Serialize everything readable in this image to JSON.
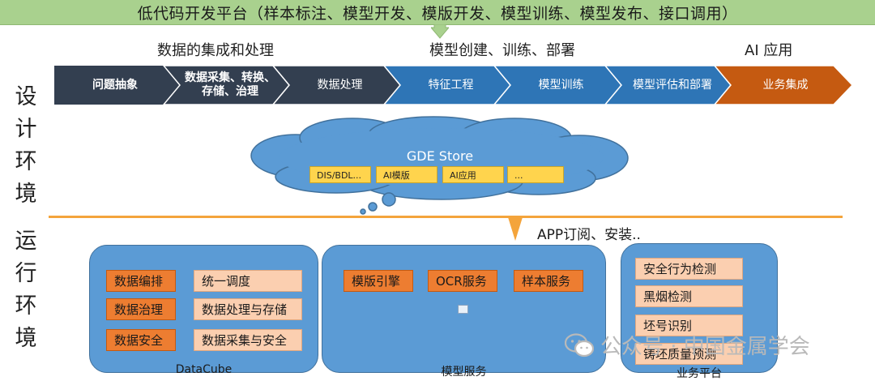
{
  "banner": {
    "title": "低代码开发平台（样本标注、模型开发、模版开发、模型训练、模型发布、接口调用）"
  },
  "side_labels": {
    "design": [
      "设",
      "计",
      "环",
      "境"
    ],
    "runtime": [
      "运",
      "行",
      "环",
      "境"
    ]
  },
  "phases": {
    "data": "数据的集成和处理",
    "model": "模型创建、训练、部署",
    "app": "AI 应用"
  },
  "steps": [
    {
      "label": "问题抽象",
      "color": "#333f50"
    },
    {
      "label": "数据采集、转换、存储、治理",
      "line1": "数据采集、转换、",
      "line2": "存储、治理",
      "color": "#333f50"
    },
    {
      "label": "数据处理",
      "color": "#333f50"
    },
    {
      "label": "特征工程",
      "color": "#2e75b6"
    },
    {
      "label": "模型训练",
      "color": "#2e75b6"
    },
    {
      "label": "模型评估和部署",
      "color": "#2e75b6"
    },
    {
      "label": "业务集成",
      "color": "#c55a11"
    }
  ],
  "store": {
    "title": "GDE Store",
    "items": [
      "DIS/BDL...",
      "AI模版",
      "AI应用",
      "..."
    ]
  },
  "runtime_note": "APP订阅、安装..",
  "datacube": {
    "caption": "DataCube",
    "left_items": [
      "数据编排",
      "数据治理",
      "数据安全"
    ],
    "right_items": [
      "统一调度",
      "数据处理与存储",
      "数据采集与安全"
    ]
  },
  "model_service": {
    "caption": "模型服务",
    "items": [
      "模版引擎",
      "OCR服务",
      "样本服务"
    ]
  },
  "business": {
    "caption": "业务平台",
    "items": [
      "安全行为检测",
      "黑烟检测",
      "坯号识别",
      "铸坯质量预测"
    ]
  },
  "watermark": {
    "text": "公众号 · 中国金属学会",
    "icon": "wechat-icon"
  }
}
